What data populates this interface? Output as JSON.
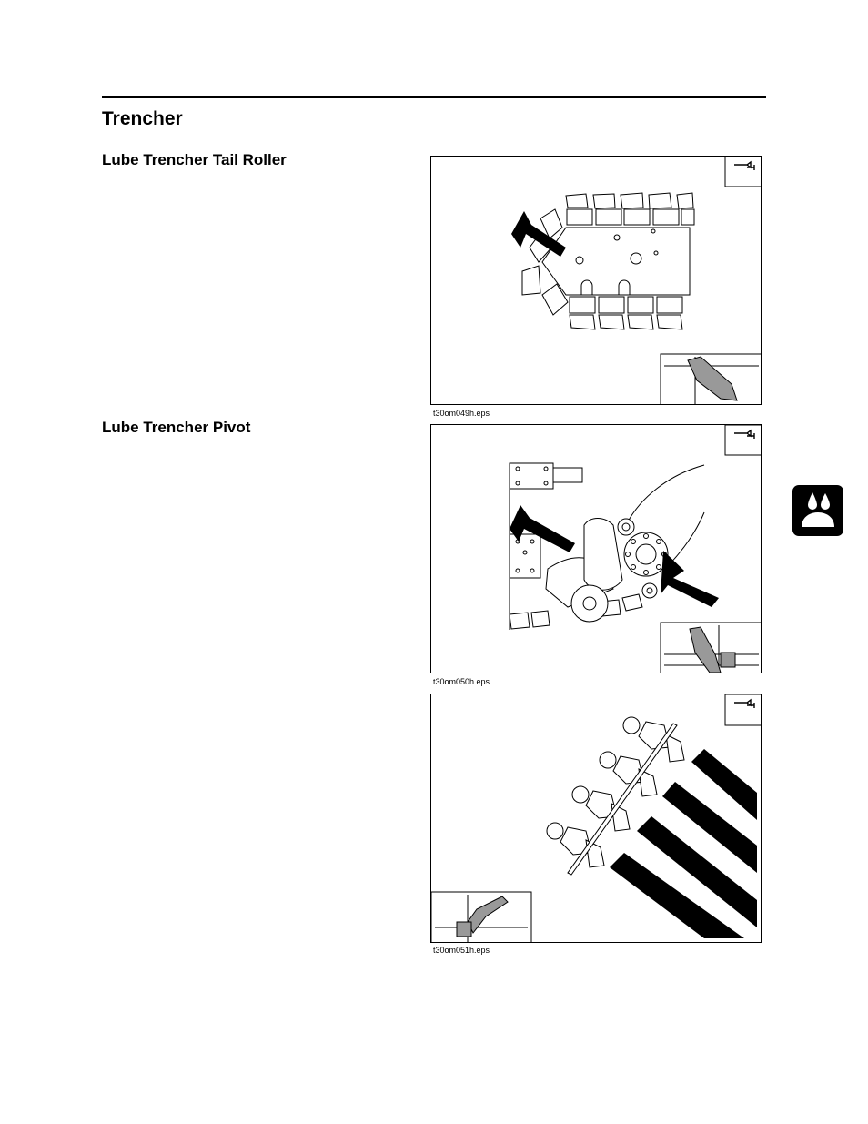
{
  "page": {
    "heading": "Trencher",
    "sections": [
      {
        "title": "Lube Trencher Tail Roller",
        "caption": "t30om049h.eps"
      },
      {
        "title": "Lube Trencher Pivot",
        "caption": "t30om050h.eps"
      },
      {
        "title": "",
        "caption": "t30om051h.eps"
      }
    ],
    "tab_icon": "lubrication-icon"
  }
}
